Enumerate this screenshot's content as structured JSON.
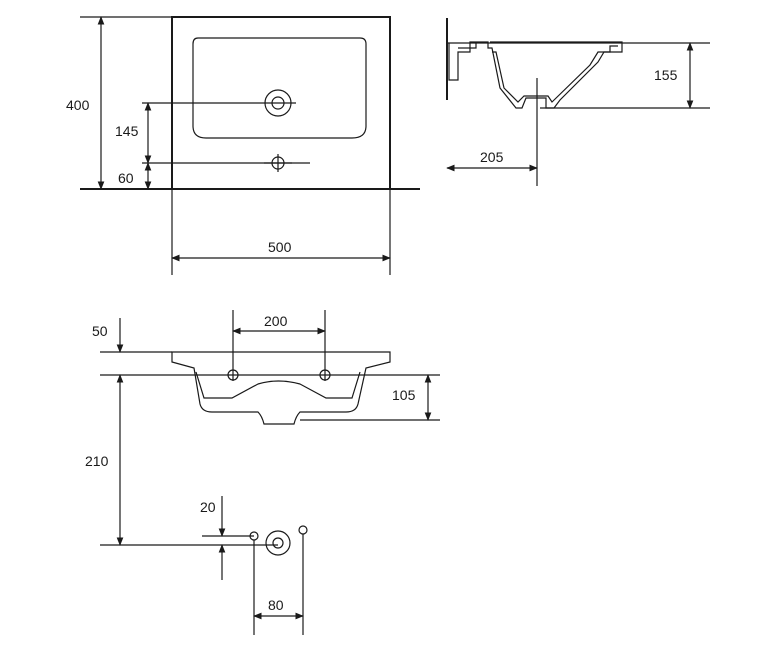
{
  "dimensions": {
    "top_view_depth": "400",
    "top_view_tap_to_bowl": "145",
    "top_view_tap_offset": "60",
    "top_view_width": "500",
    "side_view_height": "155",
    "side_view_depth": "205",
    "front_top_offset": "50",
    "front_mount_spacing": "200",
    "front_drain_height": "105",
    "front_wall_height": "210",
    "front_small_offset": "20",
    "front_fixing_spacing": "80"
  },
  "colors": {
    "line": "#1a1a1a",
    "background": "#ffffff"
  }
}
